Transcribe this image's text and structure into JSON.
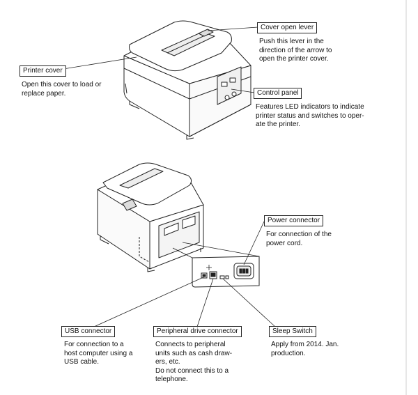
{
  "callouts": {
    "printer_cover": {
      "label": "Printer cover",
      "lines": [
        "Open this cover to load or",
        "replace paper."
      ]
    },
    "cover_open_lever": {
      "label": "Cover open lever",
      "lines": [
        "Push this lever in the",
        "direction of the arrow to",
        "open the printer cover."
      ]
    },
    "control_panel": {
      "label": "Control panel",
      "lines": [
        "Features LED indicators to indicate",
        "printer status and switches to oper-",
        "ate the printer."
      ]
    },
    "power_connector": {
      "label": "Power connector",
      "lines": [
        "For connection of the",
        "power cord."
      ]
    },
    "usb_connector": {
      "label": "USB connector",
      "lines": [
        "For connection to a",
        "host computer using a",
        "USB cable."
      ]
    },
    "peripheral_drive_connector": {
      "label": "Peripheral drive connector",
      "lines": [
        "Connects to peripheral",
        "units such as cash draw-",
        "ers, etc.",
        "Do not connect this to a",
        "telephone."
      ]
    },
    "sleep_switch": {
      "label": "Sleep Switch",
      "lines": [
        "Apply from 2014. Jan.",
        "production."
      ]
    }
  },
  "colors": {
    "line": "#222222",
    "body_fill": "#ffffff",
    "shade": "#e6e6e6"
  }
}
